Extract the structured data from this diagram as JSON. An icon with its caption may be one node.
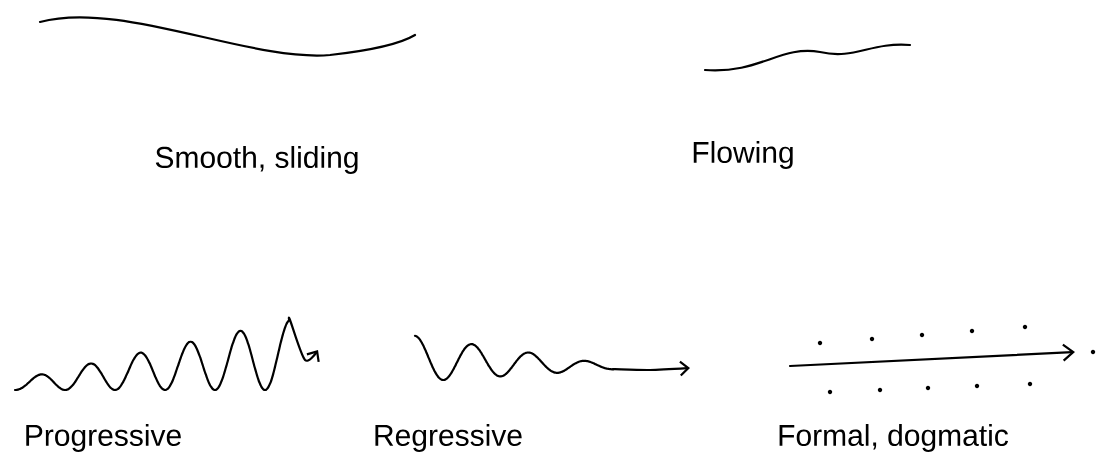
{
  "diagram": {
    "labels": [
      "Smooth, sliding",
      "Flowing",
      "Progressive",
      "Regressive",
      "Formal, dogmatic"
    ]
  }
}
